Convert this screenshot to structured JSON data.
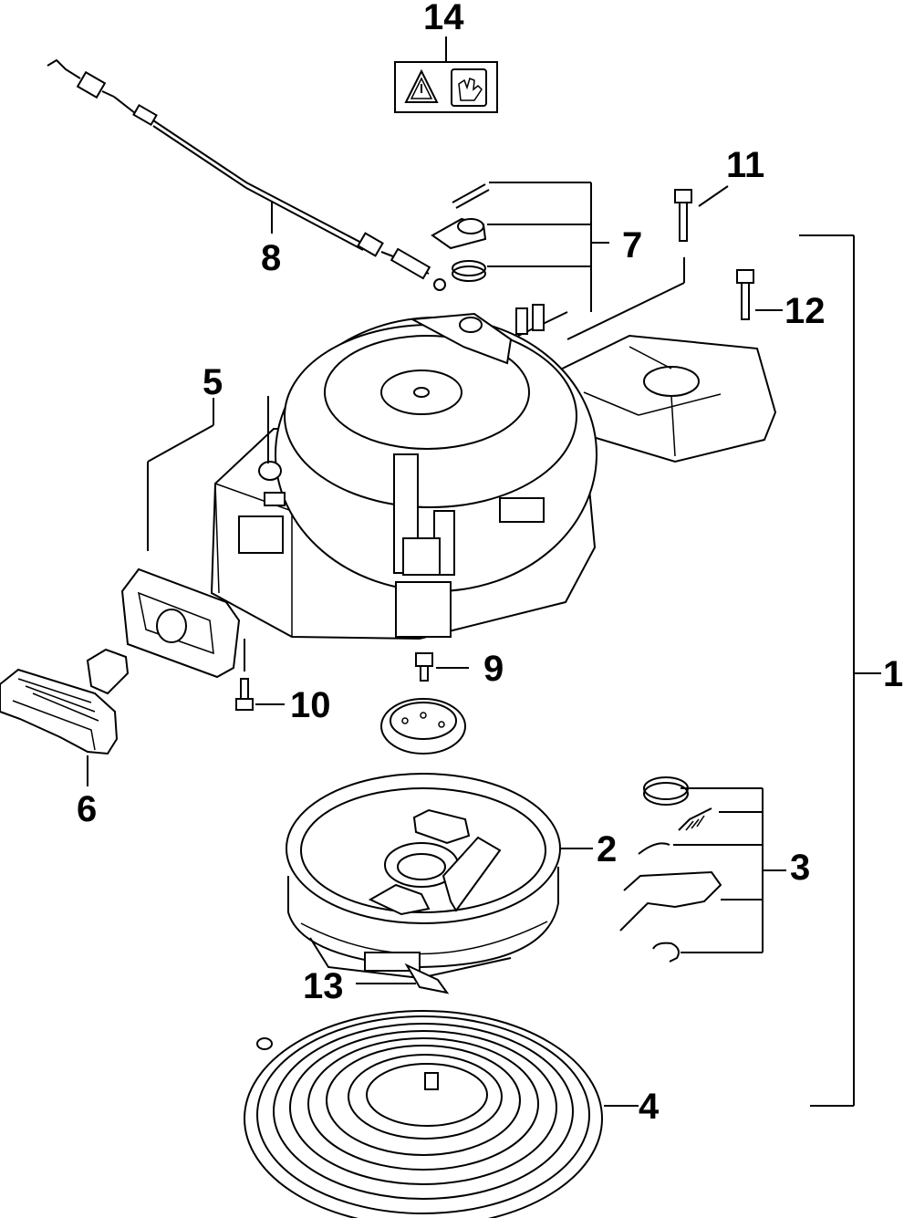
{
  "callouts": [
    {
      "id": "1",
      "text": "1"
    },
    {
      "id": "2",
      "text": "2"
    },
    {
      "id": "3",
      "text": "3"
    },
    {
      "id": "4",
      "text": "4"
    },
    {
      "id": "5",
      "text": "5"
    },
    {
      "id": "6",
      "text": "6"
    },
    {
      "id": "7",
      "text": "7"
    },
    {
      "id": "8",
      "text": "8"
    },
    {
      "id": "9",
      "text": "9"
    },
    {
      "id": "10",
      "text": "10"
    },
    {
      "id": "11",
      "text": "11"
    },
    {
      "id": "12",
      "text": "12"
    },
    {
      "id": "13",
      "text": "13"
    },
    {
      "id": "14",
      "text": "14"
    }
  ],
  "icons": [
    "warning-triangle-icon",
    "hand-caution-icon"
  ],
  "colors": {
    "line": "#000000",
    "background": "#ffffff"
  }
}
